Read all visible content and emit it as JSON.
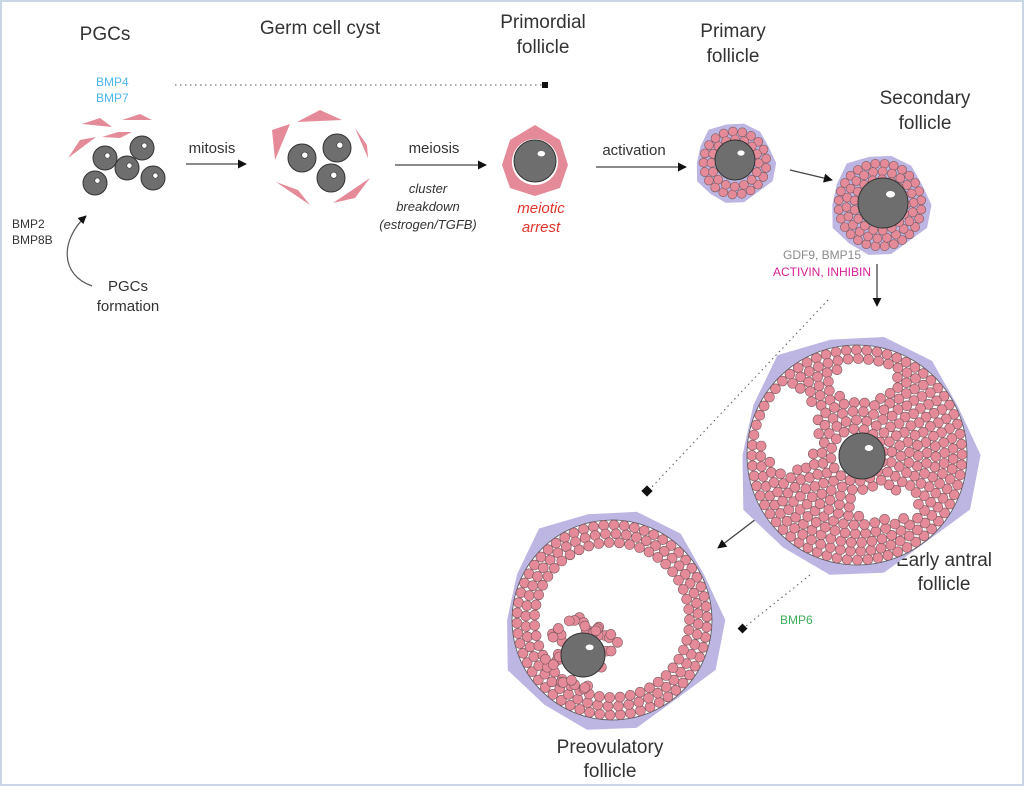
{
  "stages": {
    "pgcs": "PGCs",
    "germ_cell_cyst": "Germ cell cyst",
    "primordial": [
      "Primordial",
      "follicle"
    ],
    "primary": [
      "Primary",
      "follicle"
    ],
    "secondary": [
      "Secondary",
      "follicle"
    ],
    "early_antral": [
      "Early antral",
      "follicle"
    ],
    "preovulatory": [
      "Preovulatory",
      "follicle"
    ]
  },
  "processes": {
    "pgcs_formation": [
      "PGCs",
      "formation"
    ],
    "mitosis": "mitosis",
    "meiosis": "meiosis",
    "cluster_breakdown": [
      "cluster",
      "breakdown",
      "(estrogen/TGFB)"
    ],
    "meiotic_arrest": [
      "meiotic",
      "arrest"
    ],
    "activation": "activation"
  },
  "factors": {
    "bmp4": "BMP4",
    "bmp7": "BMP7",
    "bmp2": "BMP2",
    "bmp8b": "BMP8B",
    "gdf9_bmp15": "GDF9, BMP15",
    "activin_inhibin": "ACTIVIN, INHIBIN",
    "bmp6": "BMP6"
  },
  "colors": {
    "bmp4_7": "#4fb6ea",
    "activin": "#d8209a",
    "gdf9": "#8a8a8a",
    "bmp6": "#3fae5a",
    "arrest": "#e0352b",
    "granulosa": "#e58a98",
    "theca": "#bdb6e2",
    "oocyte": "#6e6e6e"
  }
}
